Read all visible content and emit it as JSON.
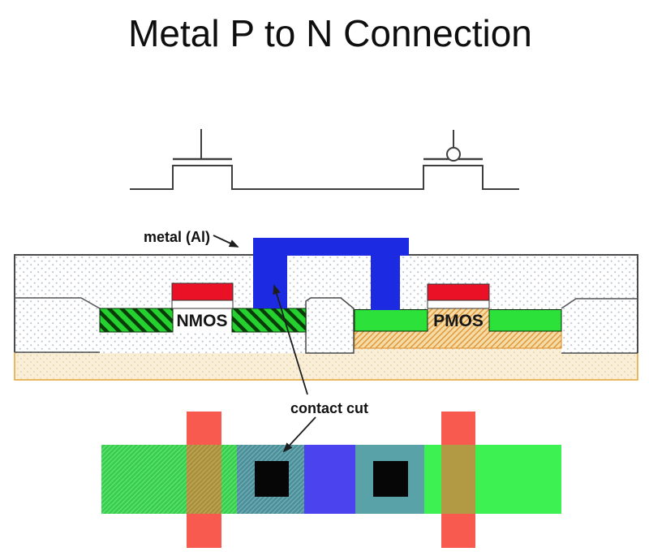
{
  "title": "Metal P to N Connection",
  "cross_section": {
    "metal_label": "metal (Al)",
    "nmos_label": "NMOS",
    "pmos_label": "PMOS"
  },
  "layout_view": {
    "contact_label": "contact cut"
  },
  "colors": {
    "metal_blue": "#1c2be2",
    "poly_red": "#ea1126",
    "diff_green_solid": "#2ce13a",
    "diff_green_base": "#24d12f",
    "diff_hatch_dark": "#0a3c0a",
    "nwell_tan": "#f5dca6",
    "nwell_line": "#e09434",
    "substrate_cream": "#f9efd9",
    "substrate_dot": "#e8c98f",
    "substrate_border": "#e6a83e",
    "oxide_dot": "#bcc5cf",
    "outline_dark": "#4a4a4a",
    "schematic_line": "#3f3f3f",
    "layout_green_hatch_base": "#36ce4a",
    "layout_green_hatch_line": "#67e47e",
    "layout_green_solid": "#3df153",
    "layout_teal_hatch_base": "#4e8e98",
    "layout_teal_hatch_line": "#72b3bb",
    "layout_teal_solid": "#58a2a8",
    "layout_blue": "#4a43ee",
    "layout_olive_hatch_base": "#a78f3d",
    "layout_olive_hatch_line": "#c2ab57",
    "layout_olive_solid": "#b29a45",
    "layout_red": "#f95a50",
    "contact_black": "#060606"
  }
}
